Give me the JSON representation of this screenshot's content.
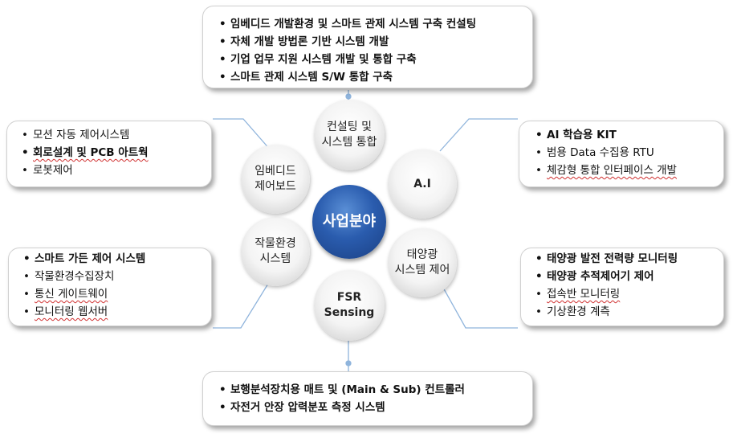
{
  "center": {
    "line1": "사업",
    "line2": "분야"
  },
  "circles": {
    "consulting": {
      "line1": "컨설팅 및",
      "line2": "시스템 통합"
    },
    "ai": {
      "line1": "A.I"
    },
    "solar": {
      "line1": "태양광",
      "line2": "시스템 제어"
    },
    "fsr": {
      "line1": "FSR",
      "line2": "Sensing"
    },
    "crop": {
      "line1": "작물환경",
      "line2": "시스템"
    },
    "embedded": {
      "line1": "임베디드",
      "line2": "제어보드"
    }
  },
  "boxes": {
    "top": [
      "임베디드 개발환경 및 스마트 관제 시스템 구축 컨설팅",
      "자체 개발 방법론 기반 시스템 개발",
      "기업 업무 지원 시스템 개발 및 통합 구축",
      "스마트 관제 시스템 S/W 통합 구축"
    ],
    "upper_left": [
      "모션 자동 제어시스템",
      "회로설계 및 PCB 아트웍",
      "로봇제어"
    ],
    "upper_right": [
      "AI 학습용 KIT",
      "범용 Data 수집용 RTU",
      "체감형 통합 인터페이스 개발"
    ],
    "lower_left": [
      "스마트 가든 제어 시스템",
      "작물환경수집장치",
      "통신 게이트웨이",
      "모니터링 웹서버"
    ],
    "lower_right": [
      "태양광 발전 전력량 모니터링",
      "태양광 추적제어기 제어",
      "접속반 모니터링",
      "기상환경 계측"
    ],
    "bottom": [
      "보행분석장치용 매트 및 (Main & Sub) 컨트롤러",
      "자전거 안장 압력분포 측정 시스템"
    ]
  },
  "colors": {
    "line": "#8fb4dc",
    "center": "#2a5cae"
  }
}
